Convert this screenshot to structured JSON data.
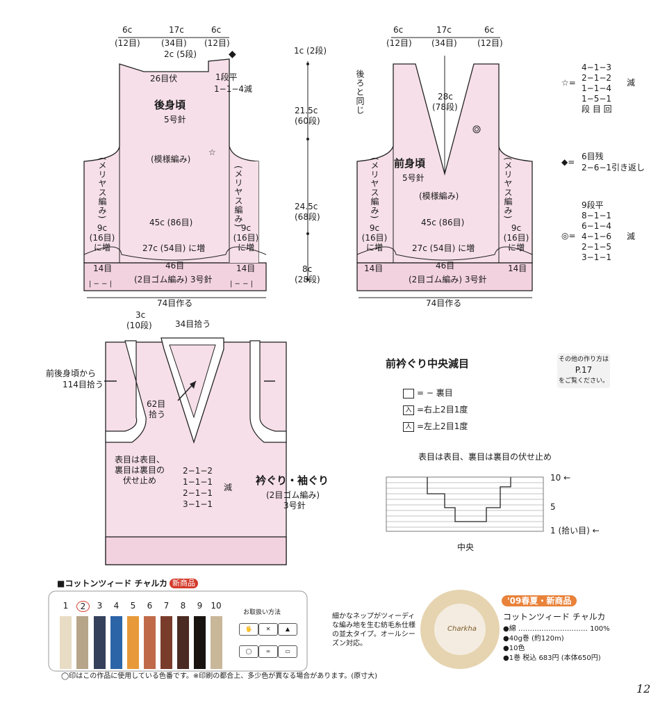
{
  "back": {
    "top_6c_l": "6c",
    "top_17c": "17c",
    "top_6c_r": "6c",
    "top_12_l": "(12目)",
    "top_34": "(34目)",
    "top_12_r": "(12目)",
    "neck_2c": "2c (5段)",
    "neck_26": "26目伏",
    "shoulder_1": "1段平",
    "shoulder_2": "1−1−4減",
    "title": "後身頃",
    "needle": "5号針",
    "pattern": "(模様編み)",
    "side_l": "(メリヤス編み)",
    "side_r": "(メリヤス編み)",
    "w45": "45c (86目)",
    "inc_9c_l": "9c",
    "inc_16_l": "(16目)",
    "inc_ni_l": "に増",
    "inc_9c_r": "9c",
    "inc_16_r": "(16目)",
    "inc_ni_r": "に増",
    "w27": "27c (54目) に増",
    "st14_l": "14目",
    "st46": "46目",
    "st14_r": "14目",
    "rib": "(2目ゴム編み) 3号針",
    "cast": "74目作る",
    "rib_marks": "|  −  −  |"
  },
  "vertical": {
    "v1": "1c (2段)",
    "v2": "21.5c",
    "v2b": "(60段)",
    "v3": "24.5c",
    "v3b": "(68段)",
    "v4": "8c",
    "v4b": "(28段)"
  },
  "front": {
    "top_6c_l": "6c",
    "top_17c": "17c",
    "top_6c_r": "6c",
    "top_12_l": "(12目)",
    "top_34": "(34目)",
    "top_12_r": "(12目)",
    "same_as_back": "後ろと同じ",
    "v28": "28c",
    "v78": "(78段)",
    "title": "前身頃",
    "needle": "5号針",
    "pattern": "(模様編み)",
    "side_l": "(メリヤス編み)",
    "side_r": "(メリヤス編み)",
    "w45": "45c (86目)",
    "inc_9c_l": "9c",
    "inc_16_l": "(16目)",
    "inc_ni_l": "に増",
    "inc_9c_r": "9c",
    "inc_16_r": "(16目)",
    "inc_ni_r": "に増",
    "w27": "27c (54目) に増",
    "st14_l": "14目",
    "st46": "46目",
    "st14_r": "14目",
    "rib": "(2目ゴム編み) 3号針",
    "cast": "74目作る"
  },
  "notes": {
    "star_rows": [
      "4−1−3",
      "2−1−2",
      "1−1−4",
      "1−5−1"
    ],
    "star_prefix": "☆=",
    "star_legend": "段 目 回",
    "star_dec": "減",
    "diamond_prefix": "◆=",
    "diamond_1": "6目残",
    "diamond_2": "2−6−1引き返し",
    "circle_top": "9段平",
    "circle_prefix": "◎=",
    "circle_rows": [
      "8−1−1",
      "6−1−4",
      "4−1−6",
      "2−1−5",
      "3−1−1"
    ],
    "circle_dec": "減"
  },
  "finishing": {
    "c3": "3c",
    "c3b": "(10段)",
    "pick34": "34目拾う",
    "pick114a": "前後身頃から",
    "pick114b": "114目拾う",
    "pick62a": "62目",
    "pick62b": "拾う",
    "bind1": "表目は表目、",
    "bind2": "裏目は裏目の",
    "bind3": "伏せ止め",
    "dec_rows": [
      "2−1−2",
      "1−1−1",
      "2−1−1",
      "3−1−1"
    ],
    "dec": "減",
    "title": "衿ぐり・袖ぐり",
    "rib": "(2目ゴム編み)",
    "needle": "3号針"
  },
  "chart": {
    "title": "前衿ぐり中央減目",
    "key1": "= − 裏目",
    "key1_sym": "−",
    "key2": "=右上2目1度",
    "key2_sym": "入",
    "key3": "=左上2目1度",
    "key3_sym": "人",
    "note": "表目は表目、裏目は裏目の伏せ止め",
    "row10": "10 ←",
    "row5": "5",
    "row1": "1 (拾い目) ←",
    "center": "中央"
  },
  "ref": {
    "l1": "その他の作り方は",
    "l2": "P.17",
    "l3": "をご覧ください。"
  },
  "yarn": {
    "header": "■コットンツィード チャルカ",
    "new_badge": "新商品",
    "numbers": [
      "1",
      "2",
      "3",
      "4",
      "5",
      "6",
      "7",
      "8",
      "9",
      "10"
    ],
    "swatch_colors": [
      "#e9dcc4",
      "#b7a58a",
      "#34405c",
      "#2c64a8",
      "#e89a3a",
      "#c06a4a",
      "#7a3c2a",
      "#4a2a22",
      "#191410",
      "#c9b79a"
    ],
    "care_title": "お取扱い方法",
    "desc": "細かなネップがツィーディな編み地を生む紡毛糸仕様の並太タイプ。オールシーズン対応。",
    "ball_label": "Charkha",
    "season": "'09春夏・新商品",
    "name": "コットンツィード チャルカ",
    "spec1": "●綿 ………………………… 100%",
    "spec2": "●40g巻 (約120m)",
    "spec3": "●10色",
    "spec4": "●1巻 税込 683円 (本体650円)",
    "footnote": "◯印はこの作品に使用している色番です。※印刷の都合上、多少色が異なる場合があります。(原寸大)"
  },
  "page_number": "12",
  "colors": {
    "pink": "#f6dfe8",
    "rib_pink": "#f3d2df",
    "orange": "#e9823a",
    "red": "#d43a2a"
  }
}
